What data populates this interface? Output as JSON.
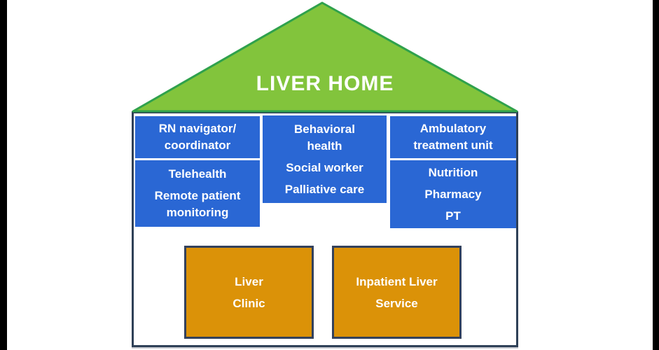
{
  "page": {
    "background_color": "#ffffff",
    "letterbox_color": "#000000"
  },
  "roof": {
    "title": "LIVER HOME",
    "fill_color": "#82C43C",
    "stroke_color": "#2FA14C",
    "title_color": "#ffffff"
  },
  "house": {
    "border_color": "#2E4057",
    "fill_color": "#ffffff"
  },
  "services": {
    "box_color": "#2A67D4",
    "text_color": "#ffffff",
    "rn_navigator": {
      "lines": [
        "RN navigator/",
        "coordinator"
      ]
    },
    "telehealth": {
      "lines": [
        "Telehealth",
        "Remote patient",
        "monitoring"
      ]
    },
    "behavioral": {
      "lines": [
        "Behavioral",
        "health",
        "Social worker",
        "Palliative care"
      ]
    },
    "ambulatory": {
      "lines": [
        "Ambulatory",
        "treatment unit"
      ]
    },
    "nutrition": {
      "lines": [
        "Nutrition",
        "Pharmacy",
        "PT"
      ]
    }
  },
  "units": {
    "box_color": "#DB9208",
    "border_color": "#33415C",
    "text_color": "#ffffff",
    "liver_clinic": {
      "lines": [
        "Liver",
        "Clinic"
      ]
    },
    "inpatient_liver_service": {
      "lines": [
        "Inpatient Liver",
        "Service"
      ]
    }
  }
}
